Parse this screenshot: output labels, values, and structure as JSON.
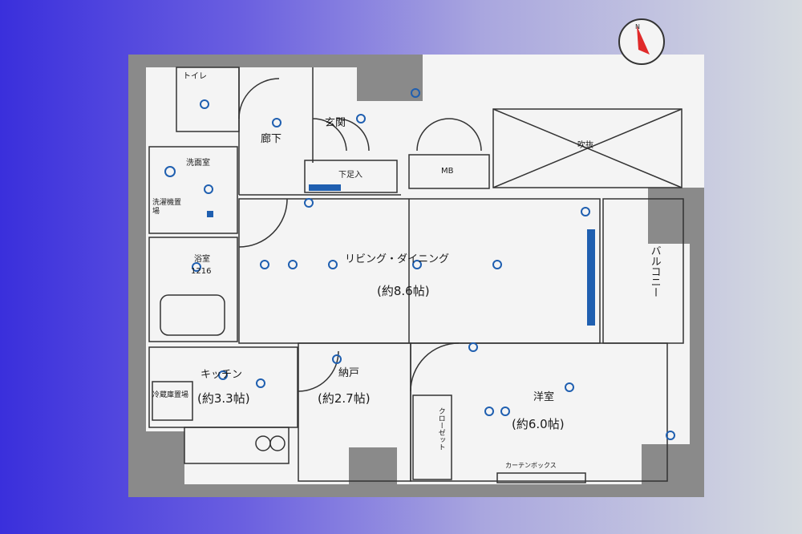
{
  "rooms": {
    "toilet": "トイレ",
    "corridor": "廊下",
    "entrance": "玄関",
    "shoe_box": "下足入",
    "mb": "MB",
    "void": "吹抜",
    "washroom": "洗面室",
    "laundry": "洗濯機置場",
    "bath": "浴室",
    "bath_size": "1216",
    "living_dining": "リビング・ダイニング",
    "living_dining_size": "(約8.6帖)",
    "balcony": "バルコニー",
    "kitchen": "キッチン",
    "kitchen_size": "(約3.3帖)",
    "fridge": "冷蔵庫置場",
    "storage": "納戸",
    "storage_size": "(約2.7帖)",
    "western": "洋室",
    "western_size": "(約6.0帖)",
    "closet": "クローゼット",
    "curtain_box": "カーテンボックス"
  },
  "compass": {
    "label": "N",
    "pointer_color": "#e02a2a"
  },
  "colors": {
    "wall": "#8a8a8a",
    "line": "#333333",
    "fixture_blue": "#1f5fb0",
    "floor": "#f4f4f4",
    "bg_left": "#3a2fdc",
    "bg_right": "#d6dbe0"
  }
}
